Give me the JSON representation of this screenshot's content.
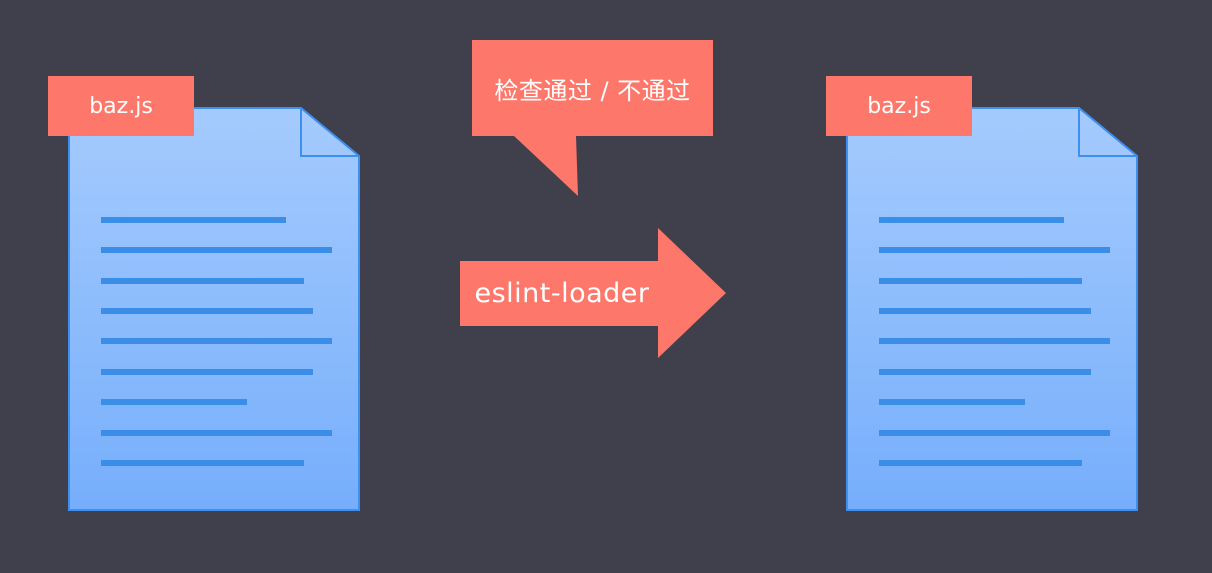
{
  "colors": {
    "background": "#40404c",
    "accent": "#fd776a",
    "doc_fill_top": "#a5cbfd",
    "doc_fill_bottom": "#76aefc",
    "doc_stroke": "#3d8ff0",
    "doc_lines": "#3b8ee8"
  },
  "input_file": {
    "tag": "baz.js",
    "icon": "document-icon"
  },
  "callout": {
    "text": "检查通过 / 不通过"
  },
  "arrow": {
    "label": "eslint-loader",
    "icon": "arrow-right-icon"
  },
  "output_file": {
    "tag": "baz.js",
    "icon": "document-icon"
  }
}
